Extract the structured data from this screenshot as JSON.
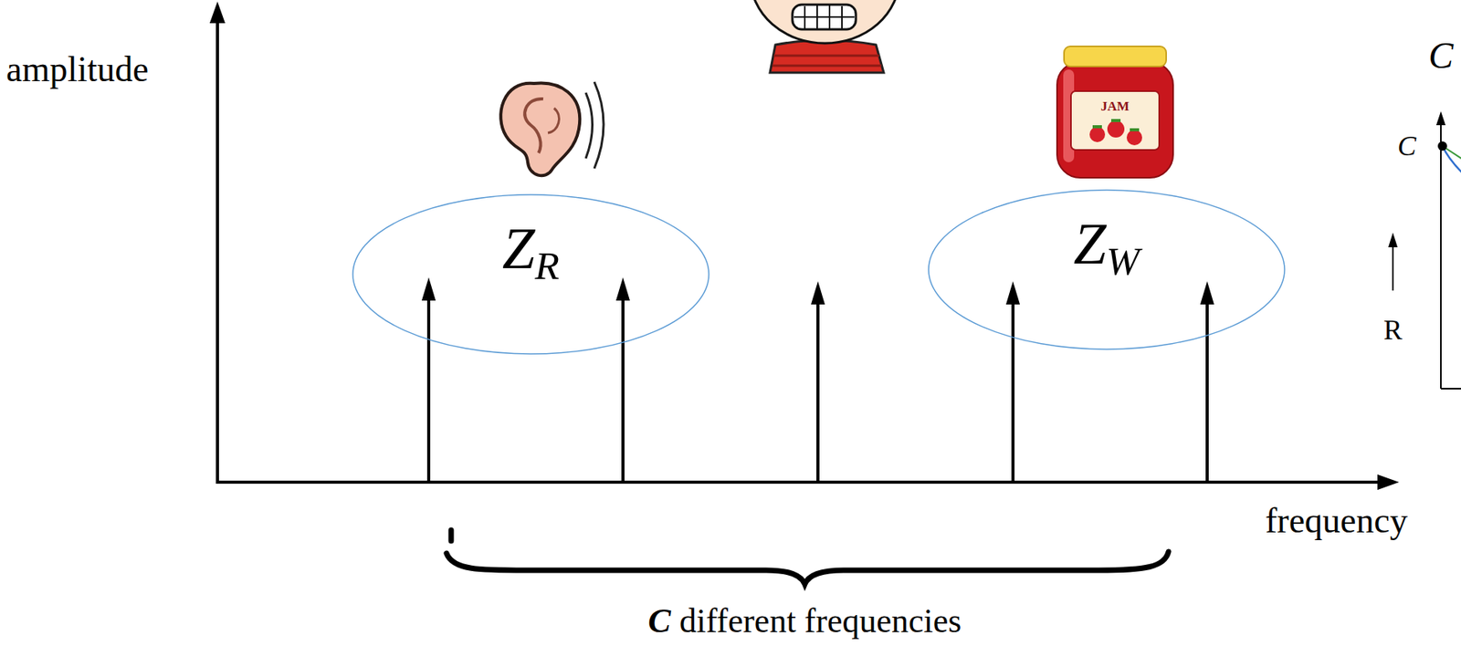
{
  "diagram": {
    "nodes": [
      {
        "text": [
          "ZR"
        ]
      },
      {
        "text": [
          "ZW"
        ]
      }
    ],
    "labels": [
      "amplitude",
      "JAM",
      "C",
      "C",
      "R",
      "frequency",
      "C different frequencies"
    ]
  }
}
